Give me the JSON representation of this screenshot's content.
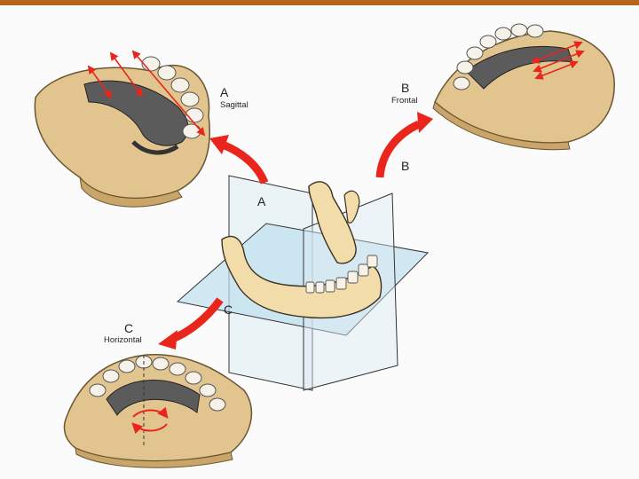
{
  "view_a": {
    "letter": "A",
    "label": "Sagittal"
  },
  "view_b": {
    "letter": "B",
    "label": "Frontal"
  },
  "view_c": {
    "letter": "C",
    "label": "Horizontal"
  },
  "planes": {
    "a": "A",
    "b": "B",
    "c": "C"
  },
  "colors": {
    "accent_bar": "#b5651d",
    "arrow_red": "#e8261c",
    "stone_model": "#e2c48f",
    "framework_metal": "#5b5b5b",
    "plane_tint": "#bfe0ef",
    "bone": "#f1dcaa"
  },
  "icons": [
    "curved-red-arrow",
    "double-headed-arrow",
    "rotation-arrow"
  ]
}
